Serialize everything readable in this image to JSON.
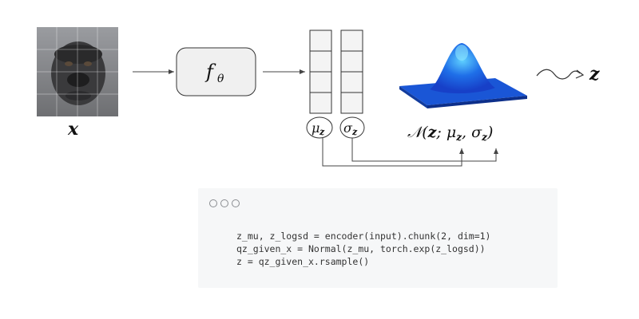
{
  "diagram": {
    "input_label": "x",
    "encoder_label": "f",
    "encoder_sub": "θ",
    "mu_label": "μ",
    "mu_sub": "z",
    "sigma_label": "σ",
    "sigma_sub": "z",
    "normal_label": "𝒩(z; μz, σz)",
    "normal_parts": {
      "N": "𝒩(",
      "z": "z",
      "semi": "; μ",
      "mu_sub": "z",
      "comma": ", σ",
      "sig_sub": "z",
      "close": ")"
    },
    "output_label": "z"
  },
  "code_panel": {
    "lines": [
      "z_mu, z_logsd = encoder(input).chunk(2, dim=1)",
      "qz_given_x = Normal(z_mu, torch.exp(z_logsd))",
      "z = qz_given_x.rsample()"
    ]
  }
}
